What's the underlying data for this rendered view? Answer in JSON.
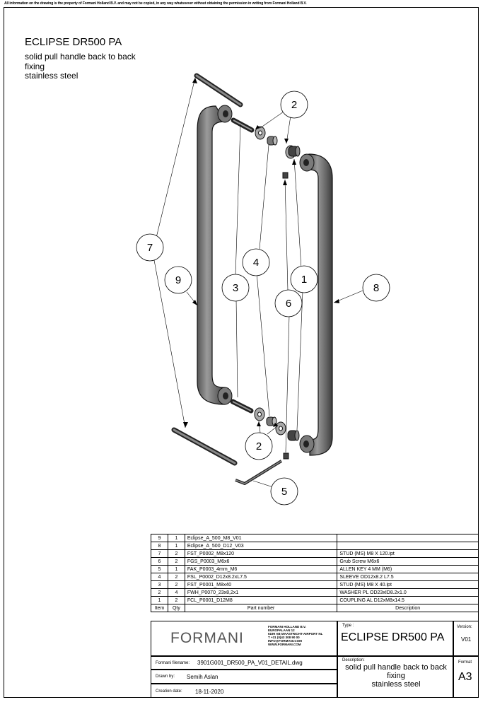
{
  "notice": "All information on the drawing is the property of Formani Holland B.V. and may not be copied, in any way whatsoever without obtaining the permission in writing from Formani Holland B.V.",
  "header": {
    "title": "ECLIPSE DR500 PA",
    "line1": "solid pull handle back to back",
    "line2": "fixing",
    "line3": "stainless steel"
  },
  "balloons": [
    "2",
    "7",
    "4",
    "1",
    "9",
    "3",
    "8",
    "6",
    "2",
    "5"
  ],
  "parts_header": {
    "item": "Item",
    "qty": "Qty",
    "part": "Part number",
    "desc": "Description"
  },
  "parts": [
    {
      "item": "9",
      "qty": "1",
      "part": "Eclipse_A_500_M8_V01",
      "desc": ""
    },
    {
      "item": "8",
      "qty": "1",
      "part": "Eclipse_A_500_D12_V03",
      "desc": ""
    },
    {
      "item": "7",
      "qty": "2",
      "part": "FST_P0002_M8x120",
      "desc": "STUD (MS) M8 X 120.ipt"
    },
    {
      "item": "6",
      "qty": "2",
      "part": "FGS_P0003_M6x6",
      "desc": "Grub Screw M6x6"
    },
    {
      "item": "5",
      "qty": "1",
      "part": "FAK_P0003_4mm_M6",
      "desc": "ALLEN KEY 4 MM (M6)"
    },
    {
      "item": "4",
      "qty": "2",
      "part": "FSL_P0002_D12x8.2xL7.5",
      "desc": "SLEEVE OD12x8.2 L7.5"
    },
    {
      "item": "3",
      "qty": "2",
      "part": "FST_P0001_M8x40",
      "desc": "STUD (MS) M8 X 40.ipt"
    },
    {
      "item": "2",
      "qty": "4",
      "part": "FWH_P0070_23x8,2x1",
      "desc": "WASHER PL OD23xID8.2x1.0"
    },
    {
      "item": "1",
      "qty": "2",
      "part": "FCL_P0001_D12M8",
      "desc": "COUPLING AL D12xM8x14.5"
    }
  ],
  "titleblock": {
    "logo": "FORMANI",
    "address": [
      "FORMANI HOLLAND B.V.",
      "EUROPALAAN 12",
      "6199 AB MAASTRICHT-AIRPORT NL",
      "T +31 (0)43 308 90 00",
      "INFO@FORMANI.COM",
      "WWW.FORMANI.COM"
    ],
    "type_label": "Type :",
    "type_value": "ECLIPSE DR500 PA",
    "version_label": "Version:",
    "version_value": "V01",
    "filename_label": "Formani filename:",
    "filename_value": "3901G001_DR500_PA_V01_DETAIL.dwg",
    "drawn_label": "Drawn by:",
    "drawn_value": "Semih Aslan",
    "date_label": "Creation date:",
    "date_value": "18-11-2020",
    "desc_label": "Description:",
    "desc_line1": "solid pull handle back to back",
    "desc_line2": "fixing",
    "desc_line3": "stainless steel",
    "format_label": "Format",
    "format_value": "A3"
  }
}
